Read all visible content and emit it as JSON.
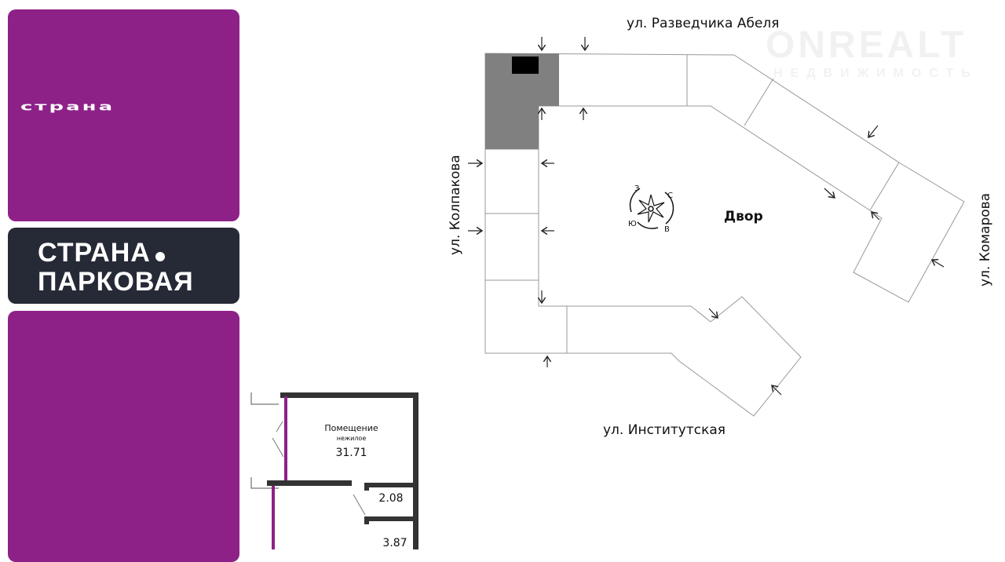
{
  "branding": {
    "logo_text": "страна",
    "project_line1": "СТРАНА",
    "project_line2": "ПАРКОВАЯ",
    "purple": "#8e2188",
    "dark": "#262a36"
  },
  "site_plan": {
    "streets": {
      "top": "ул. Разведчика Абеля",
      "left": "ул. Колпакова",
      "right": "ул. Комарова",
      "bottom": "ул. Институтская"
    },
    "courtyard_label": "Двор",
    "compass": {
      "north": "С",
      "east": "В",
      "south": "Ю",
      "west": "З"
    },
    "highlight_color": "#808080"
  },
  "watermark": {
    "brand": "ONREALT",
    "subtitle": "НЕДВИЖИМОСТЬ"
  },
  "floor_plan": {
    "room_title": "Помещение",
    "room_subtitle": "нежилое",
    "room_area": "31.71",
    "small_room_area": "2.08",
    "lower_room_area": "3.87"
  }
}
